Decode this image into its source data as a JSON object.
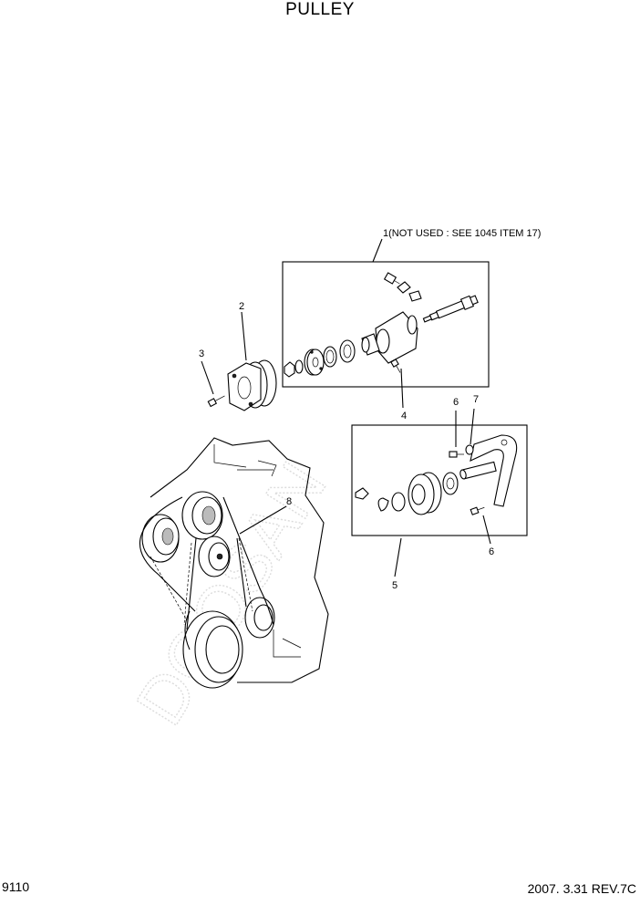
{
  "title": "PULLEY",
  "page_number": "9110",
  "revision": "2007. 3.31 REV.7C",
  "callouts": {
    "c1": "1(NOT USED : SEE 1045 ITEM 17)",
    "c2": "2",
    "c3": "3",
    "c4": "4",
    "c5": "5",
    "c6a": "6",
    "c6b": "6",
    "c7": "7",
    "c8": "8"
  }
}
